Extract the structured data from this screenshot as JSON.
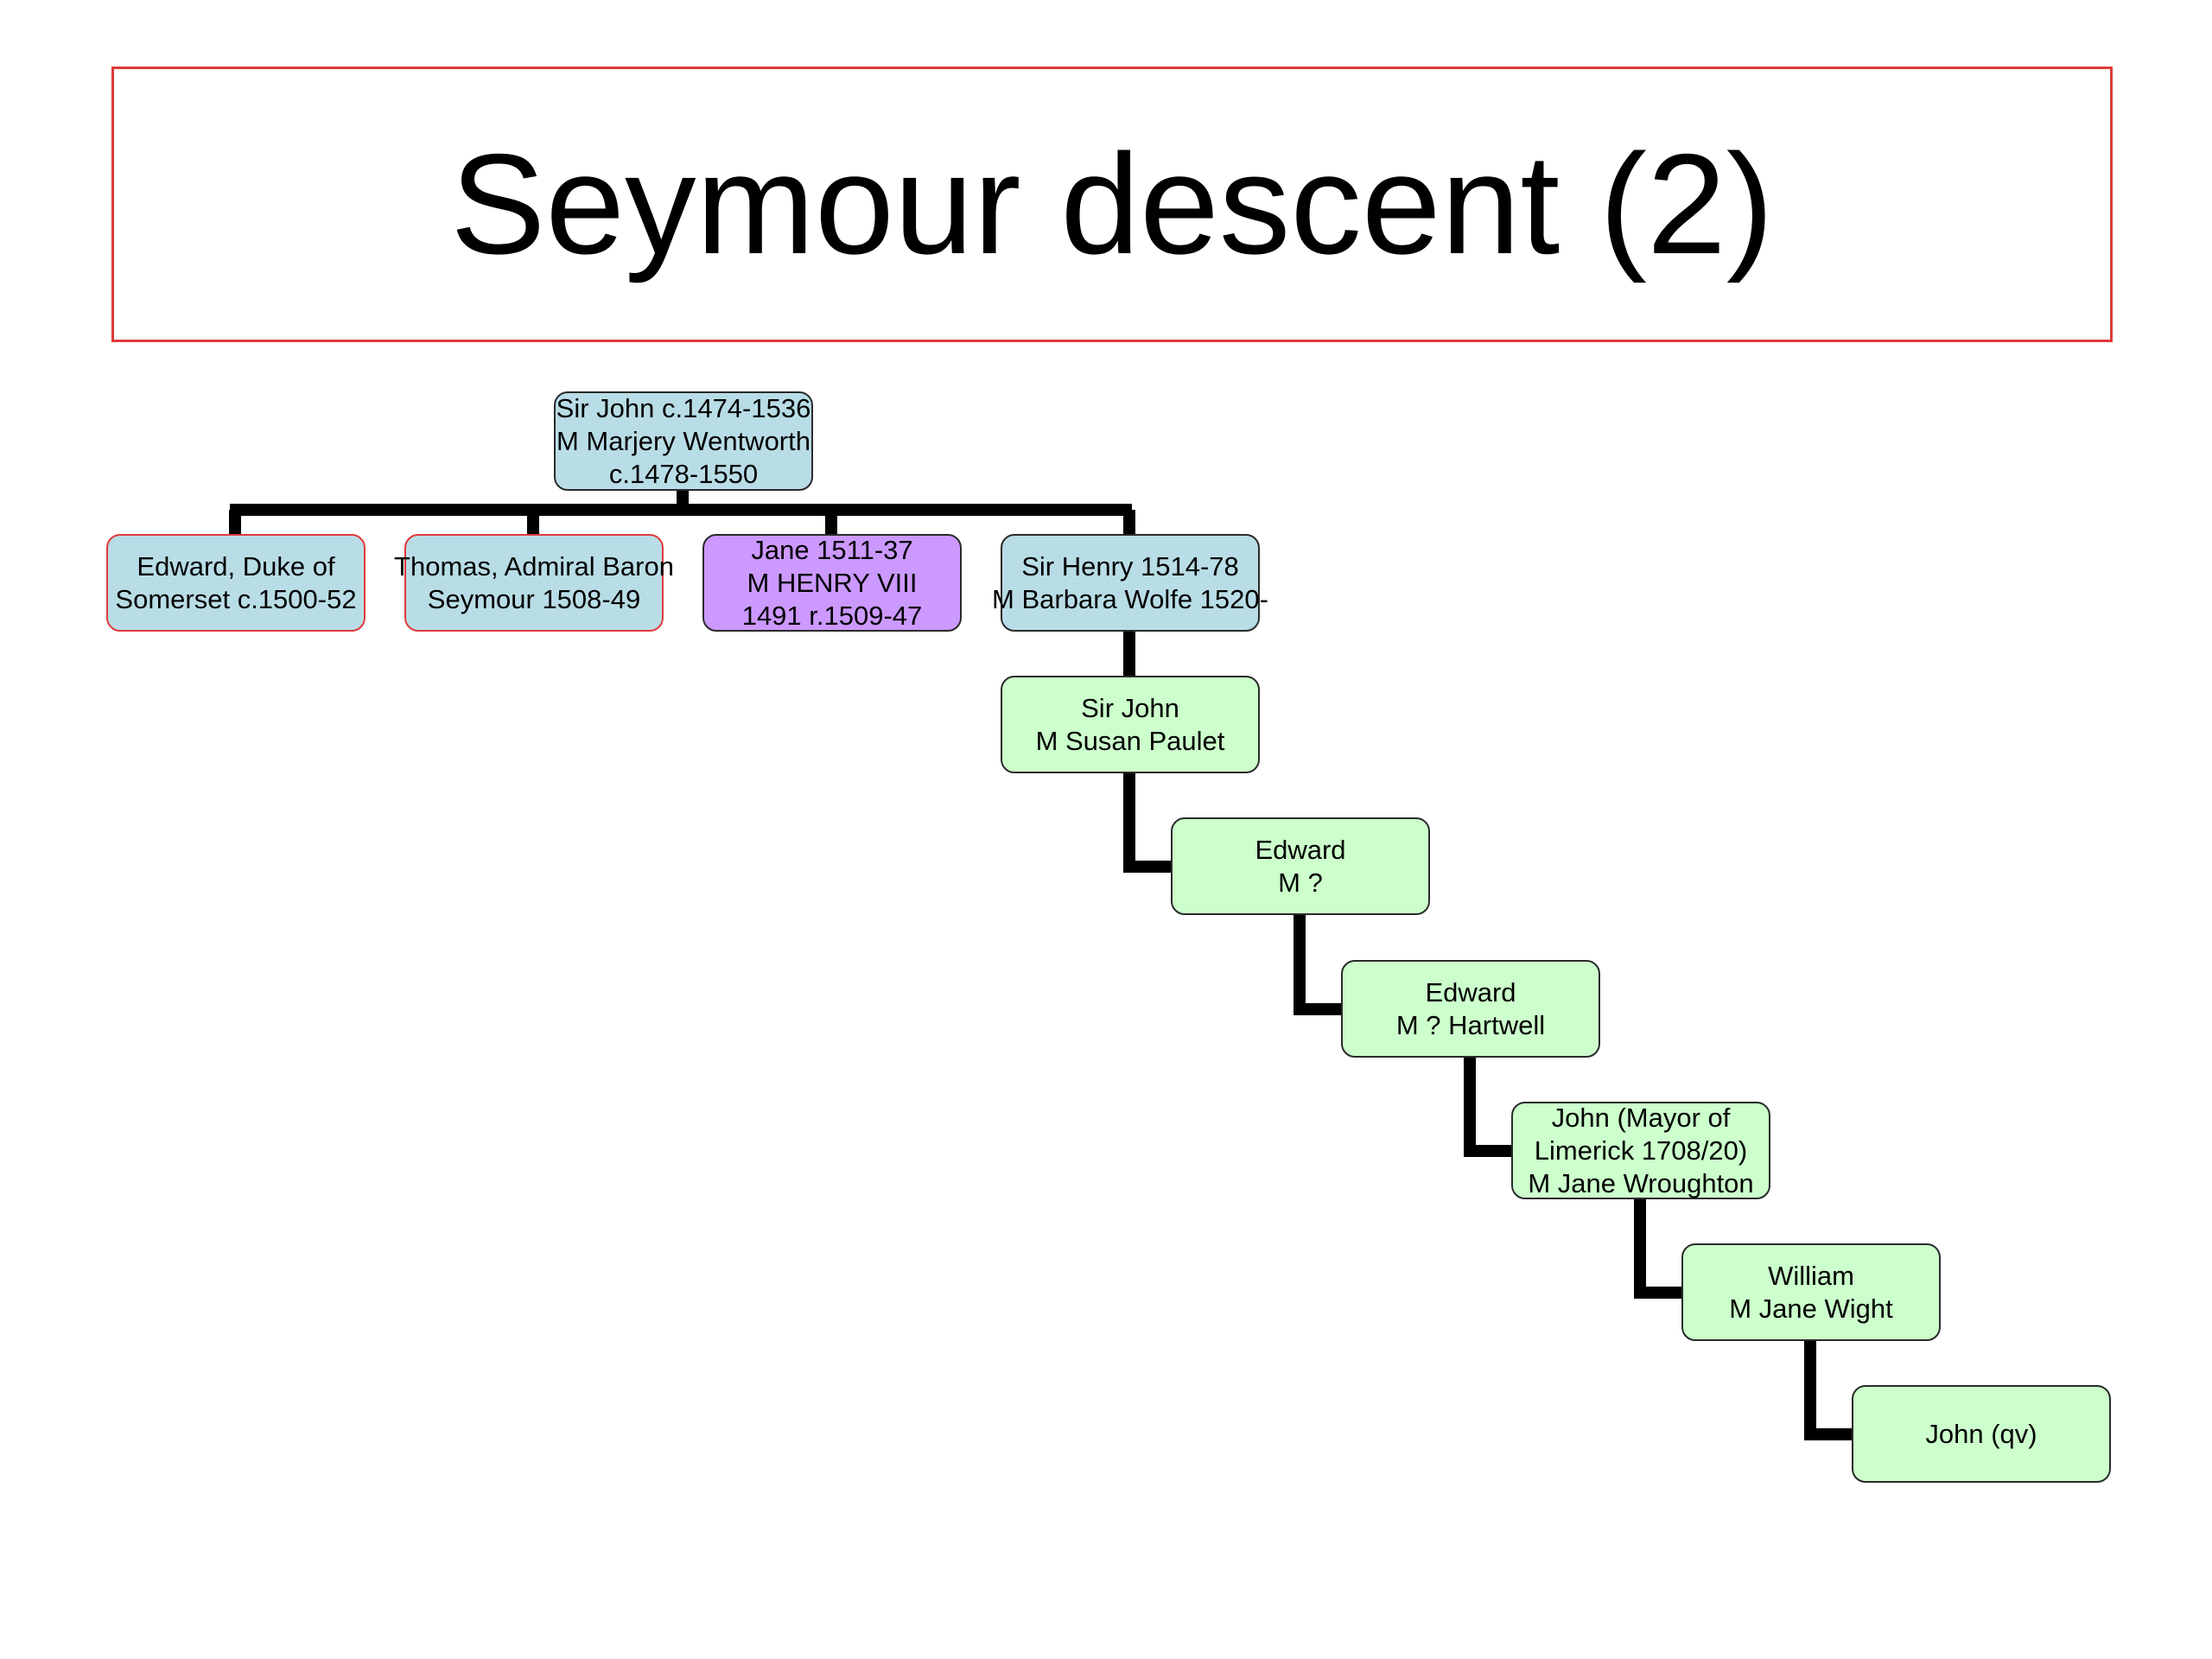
{
  "title": "Seymour descent (2)",
  "colors": {
    "title_border": "#e03a3a",
    "node_blue": "#b9dde6",
    "node_purple": "#cc99ff",
    "node_green": "#ccffcc",
    "connector": "#000000"
  },
  "nodes": {
    "sir_john_root": {
      "lines": [
        "Sir John c.1474-1536",
        "M Marjery Wentworth",
        "c.1478-1550"
      ]
    },
    "edward_duke": {
      "lines": [
        "Edward, Duke of",
        "Somerset c.1500-52"
      ]
    },
    "thomas_admiral": {
      "lines": [
        "Thomas, Admiral Baron",
        "Seymour 1508-49"
      ]
    },
    "jane": {
      "lines": [
        "Jane 1511-37",
        "M HENRY VIII",
        "1491 r.1509-47"
      ]
    },
    "sir_henry": {
      "lines": [
        "Sir Henry 1514-78",
        "M Barbara Wolfe 1520-"
      ]
    },
    "sir_john_paulet": {
      "lines": [
        "Sir John",
        "M Susan Paulet"
      ]
    },
    "edward_1": {
      "lines": [
        "Edward",
        "M ?"
      ]
    },
    "edward_hartwell": {
      "lines": [
        "Edward",
        "M ? Hartwell"
      ]
    },
    "john_mayor": {
      "lines": [
        "John (Mayor of",
        "Limerick 1708/20)",
        "M Jane Wroughton"
      ]
    },
    "william": {
      "lines": [
        "William",
        "M Jane Wight"
      ]
    },
    "john_qv": {
      "lines": [
        "John (qv)"
      ]
    }
  }
}
